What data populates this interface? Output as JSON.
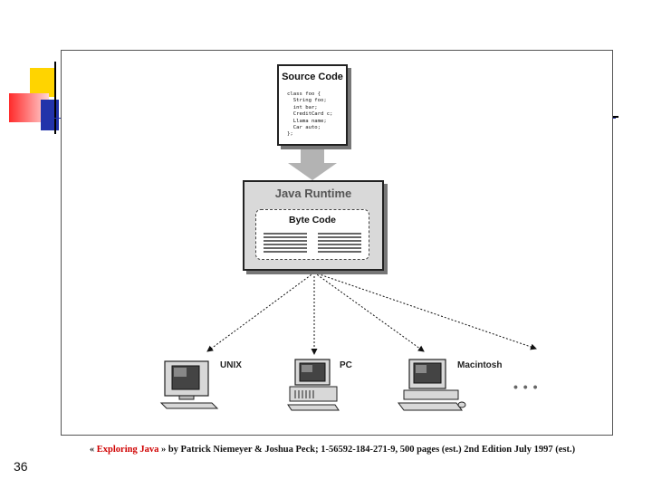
{
  "diagram": {
    "source_box": {
      "title": "Source Code",
      "code": "class foo {\n  String foo;\n  int bar;\n  CreditCard c;\n  Llama name;\n  Car auto;\n};"
    },
    "runtime_box": {
      "title": "Java Runtime",
      "inner_title": "Byte Code"
    },
    "targets": [
      {
        "label": "UNIX",
        "icon": "unix-workstation-icon"
      },
      {
        "label": "PC",
        "icon": "pc-icon"
      },
      {
        "label": "Macintosh",
        "icon": "macintosh-icon"
      }
    ],
    "more_symbol": "• • •"
  },
  "citation": {
    "open": "« ",
    "title": "Exploring Java",
    "rest": " » by Patrick Niemeyer & Joshua Peck; 1-56592-184-271-9, 500 pages (est.) 2nd Edition July 1997 (est.)"
  },
  "slide_number": "36",
  "colors": {
    "accent_red": "#d00000",
    "deco_yellow": "#ffd400",
    "deco_blue": "#2233aa",
    "runtime_fill": "#d9d9d9"
  }
}
